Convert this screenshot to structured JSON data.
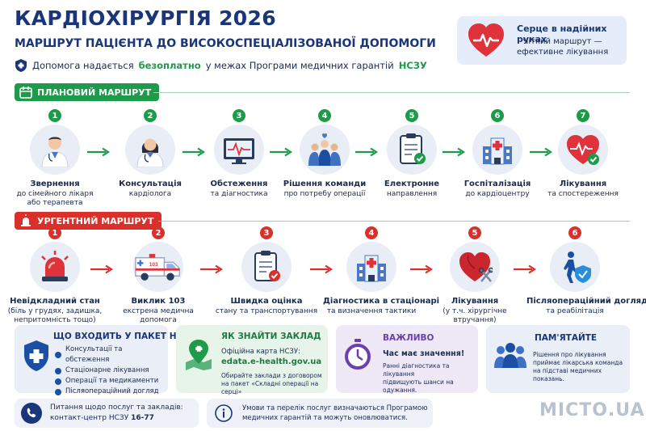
{
  "header": {
    "title": "КАРДІОХІРУРГІЯ 2026",
    "subtitle": "МАРШРУТ ПАЦІЄНТА ДО ВИСОКОСПЕЦІАЛІЗОВАНОЇ ДОПОМОГИ",
    "notice_a": "Допомога надається",
    "notice_free": "безоплатно",
    "notice_b": "у межах Програми медичних гарантій",
    "notice_nszu": "НСЗУ"
  },
  "heart_card": {
    "title": "Серце в надійних руках",
    "line1": "Чіткий маршрут —",
    "line2": "ефективне лікування"
  },
  "planned": {
    "label": "ПЛАНОВИЙ МАРШРУТ",
    "color": "#1e9a4b",
    "steps": [
      {
        "n": "1",
        "title": "Звернення",
        "d1": "до сімейного лікаря",
        "d2": "або терапевта",
        "icon": "doctor-icon"
      },
      {
        "n": "2",
        "title": "Консультація",
        "d1": "кардіолога",
        "d2": "",
        "icon": "cardiologist-icon"
      },
      {
        "n": "3",
        "title": "Обстеження",
        "d1": "та діагностика",
        "d2": "",
        "icon": "monitor-icon"
      },
      {
        "n": "4",
        "title": "Рішення команди",
        "d1": "про потребу операції",
        "d2": "",
        "icon": "team-icon"
      },
      {
        "n": "5",
        "title": "Електронне",
        "d1": "направлення",
        "d2": "",
        "icon": "clipboard-icon"
      },
      {
        "n": "6",
        "title": "Госпіталізація",
        "d1": "до кардіоцентру",
        "d2": "",
        "icon": "hospital-icon"
      },
      {
        "n": "7",
        "title": "Лікування",
        "d1": "та спостереження",
        "d2": "",
        "icon": "heart-check-icon"
      }
    ]
  },
  "urgent": {
    "label": "УРГЕНТНИЙ МАРШРУТ",
    "color": "#d9302b",
    "steps": [
      {
        "n": "1",
        "title": "Невідкладний стан",
        "d1": "(біль у грудях, задишка,",
        "d2": "непритомність тощо)",
        "icon": "siren-icon"
      },
      {
        "n": "2",
        "title": "Виклик 103",
        "d1": "екстрена медична допомога",
        "d2": "",
        "icon": "ambulance-icon"
      },
      {
        "n": "3",
        "title": "Швидка оцінка",
        "d1": "стану та транспортування",
        "d2": "",
        "icon": "clipboard-icon"
      },
      {
        "n": "4",
        "title": "Діагностика в стаціонарі",
        "d1": "та визначення тактики",
        "d2": "",
        "icon": "hospital-icon"
      },
      {
        "n": "5",
        "title": "Лікування",
        "d1": "(у т.ч. хірургічне втручання)",
        "d2": "",
        "icon": "heart-surgery-icon"
      },
      {
        "n": "6",
        "title": "Післяопераційний догляд",
        "d1": "та реабілітація",
        "d2": "",
        "icon": "rehab-icon"
      }
    ]
  },
  "ambulance_text": "103",
  "package": {
    "title": "ЩО ВХОДИТЬ У ПАКЕТ НСЗУ",
    "items": [
      "Консультації та обстеження",
      "Стаціонарне лікування",
      "Операції та медикаменти",
      "Післяопераційний догляд"
    ]
  },
  "find": {
    "title": "ЯК ЗНАЙТИ ЗАКЛАД",
    "line1": "Офіційна карта НСЗУ:",
    "link": "edata.e-health.gov.ua",
    "line2": "Обирайте заклади з договором",
    "line3": "на пакет «Складні операції на серці»"
  },
  "important": {
    "title": "ВАЖЛИВО",
    "line1": "Час має значення!",
    "line2": "Ранні діагностика та лікування",
    "line3": "підвищують шанси на одужання."
  },
  "remember": {
    "title": "ПАМ'ЯТАЙТЕ",
    "line1": "Рішення про лікування",
    "line2": "приймає лікарська команда",
    "line3": "на підставі медичних показань."
  },
  "contact": {
    "line1": "Питання щодо послуг та закладів:",
    "line2a": "контакт-центр НСЗУ",
    "line2b": "16-77"
  },
  "info": {
    "line1": "Умови та перелік послуг визначаються Програмою",
    "line2": "медичних гарантій та можуть оновлюватися."
  },
  "watermark": "МІСТО.UA"
}
